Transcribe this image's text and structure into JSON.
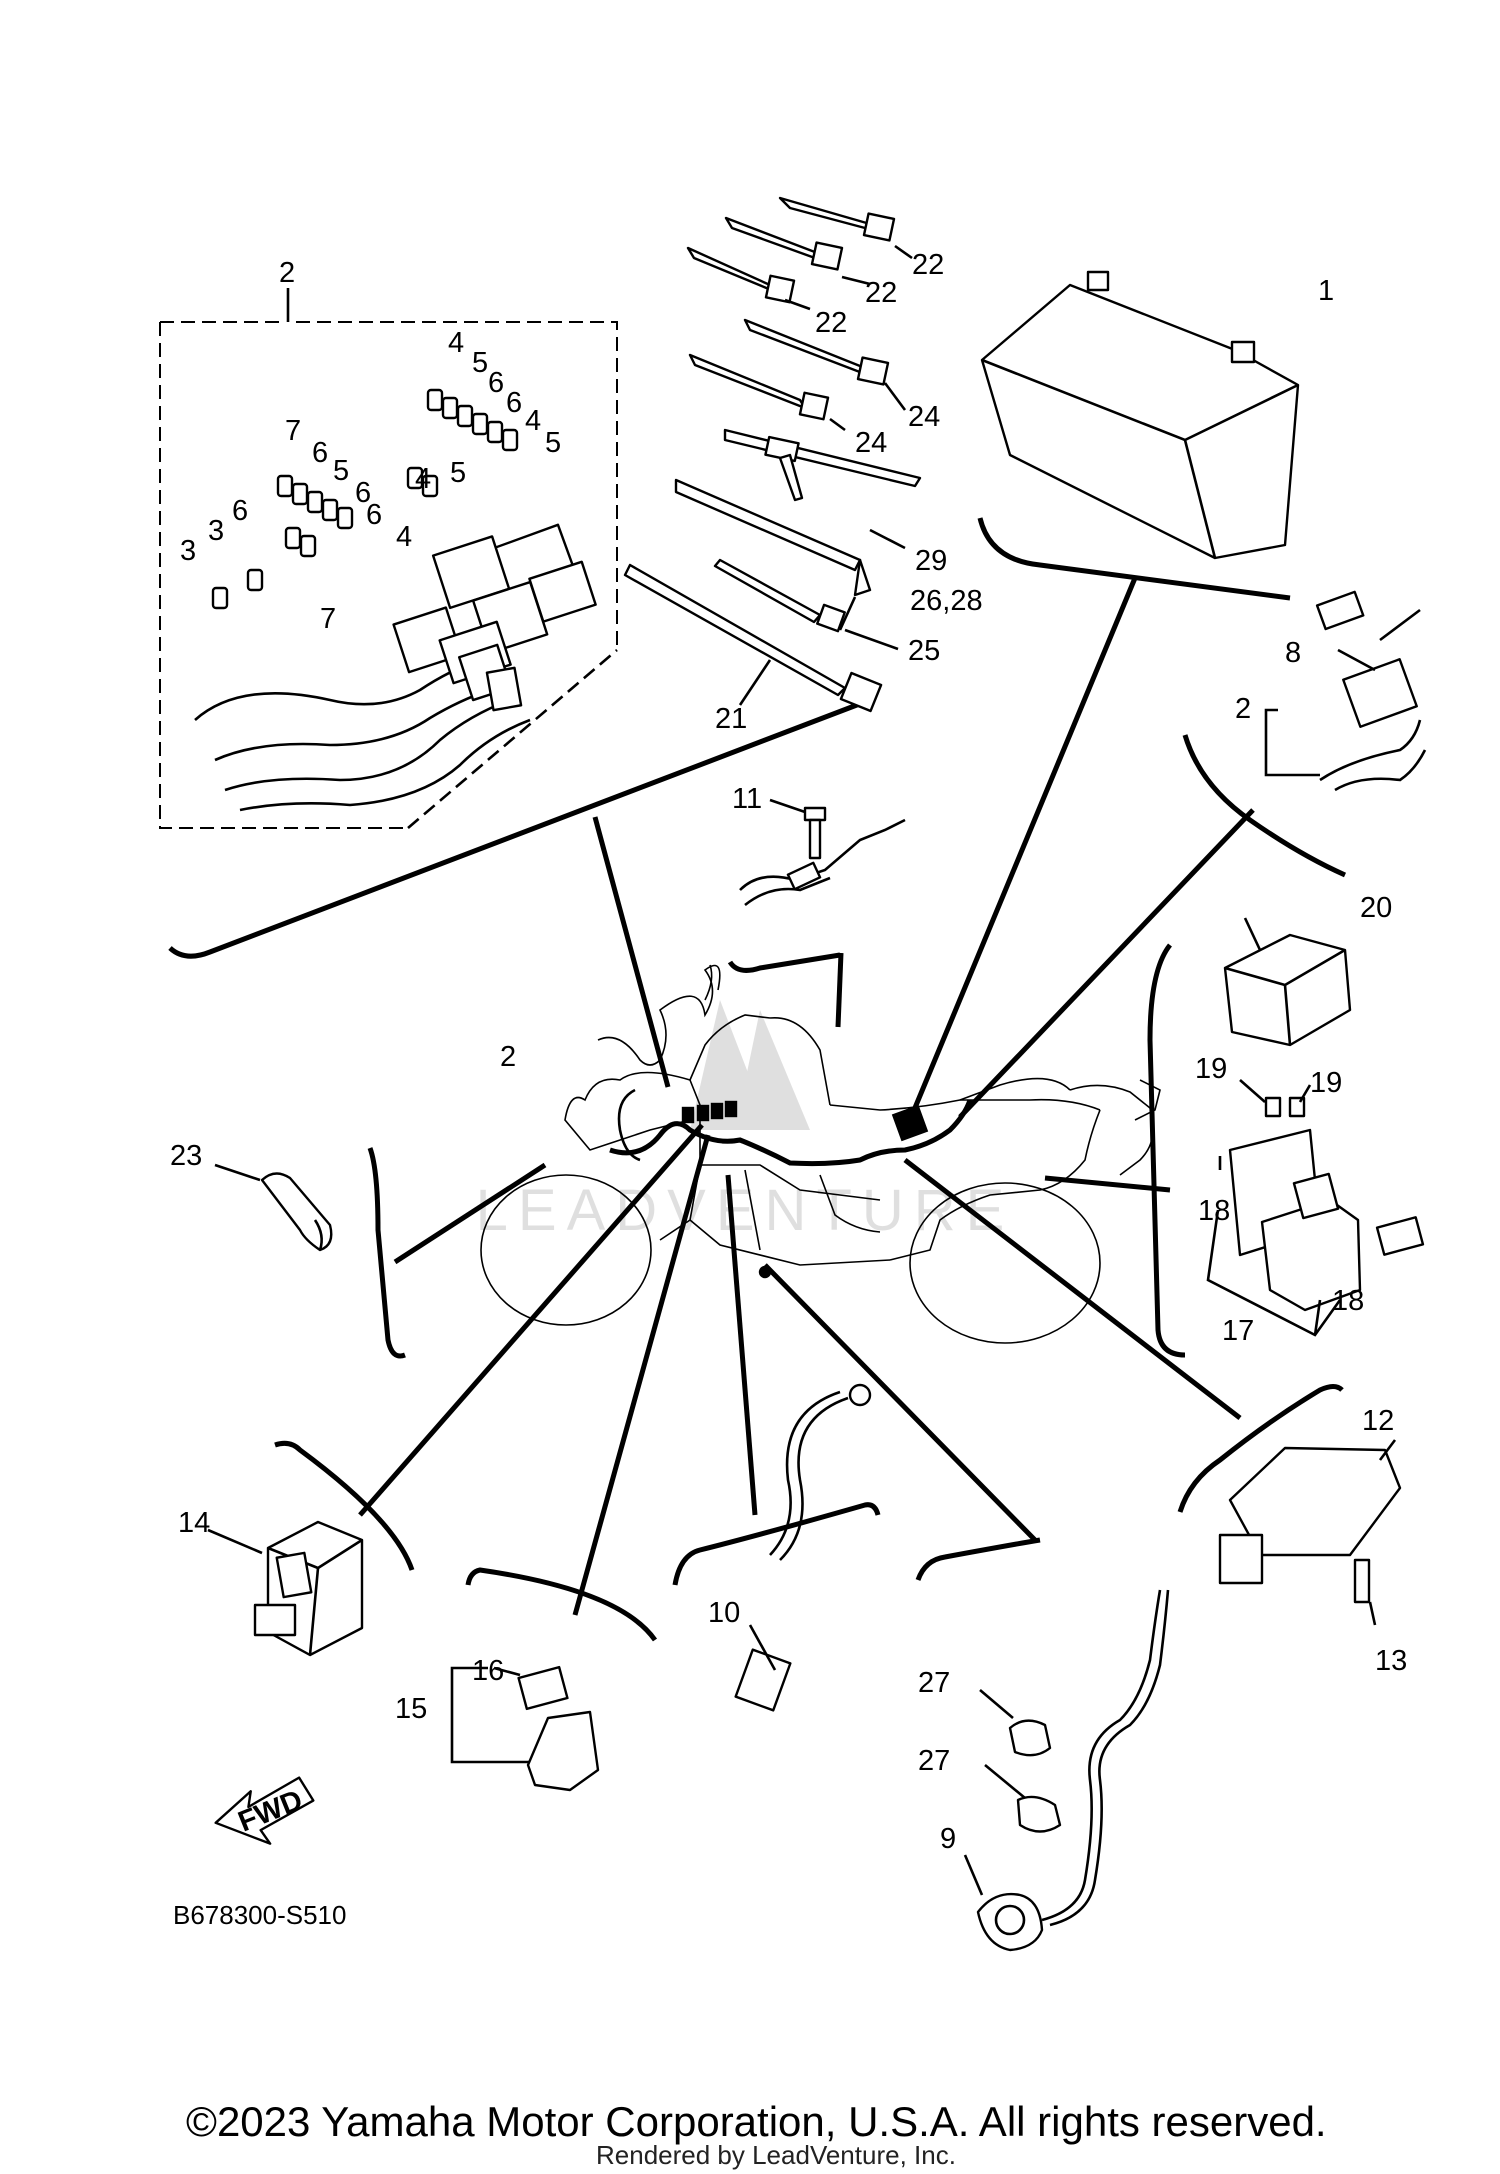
{
  "diagram_code": "B678300-S510",
  "fwd_label": "FWD",
  "watermark": "LEADVENTURE",
  "copyright": "©2023 Yamaha Motor Corporation, U.S.A. All rights reserved.",
  "rendered_by": "Rendered by LeadVenture, Inc.",
  "callouts": {
    "c1": "1",
    "c2_box": "2",
    "c2_moto": "2",
    "c2_right": "2",
    "c3a": "3",
    "c3b": "3",
    "c4a": "4",
    "c4b": "4",
    "c4c": "4",
    "c4d": "4",
    "c5a": "5",
    "c5b": "5",
    "c5c": "5",
    "c5d": "5",
    "c6a": "6",
    "c6b": "6",
    "c6c": "6",
    "c6d": "6",
    "c6e": "6",
    "c7a": "7",
    "c7b": "7",
    "c8": "8",
    "c9": "9",
    "c10": "10",
    "c11": "11",
    "c12": "12",
    "c13": "13",
    "c14": "14",
    "c15": "15",
    "c16": "16",
    "c17": "17",
    "c18a": "18",
    "c18b": "18",
    "c19a": "19",
    "c19b": "19",
    "c20": "20",
    "c21": "21",
    "c22a": "22",
    "c22b": "22",
    "c22c": "22",
    "c24a": "24",
    "c24b": "24",
    "c25": "25",
    "c2628": "26,28",
    "c23": "23",
    "c27a": "27",
    "c27b": "27",
    "c29": "29"
  }
}
